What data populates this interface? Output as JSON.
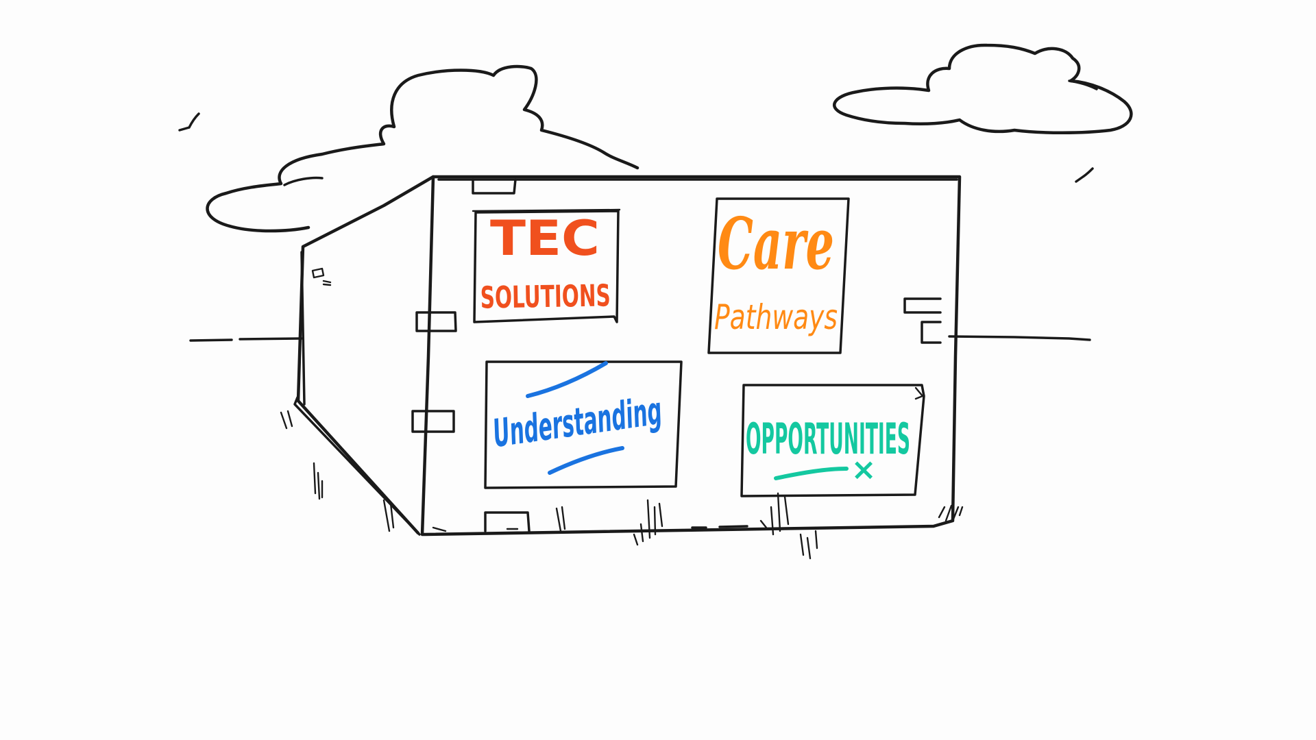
{
  "colors": {
    "ink": "#1a1a1a",
    "tec": "#f0501e",
    "care": "#ff8a14",
    "understanding": "#1a73e0",
    "opportunities": "#14c8a0",
    "background": "#fdfdfd"
  },
  "signs": {
    "tec": {
      "line1": "TEC",
      "line2": "SOLUTIONS"
    },
    "care": {
      "line1": "Care",
      "line2": "Pathways"
    },
    "understanding": {
      "text": "Understanding"
    },
    "opportunities": {
      "text": "OPPORTUNITIES",
      "mark": "×"
    }
  }
}
